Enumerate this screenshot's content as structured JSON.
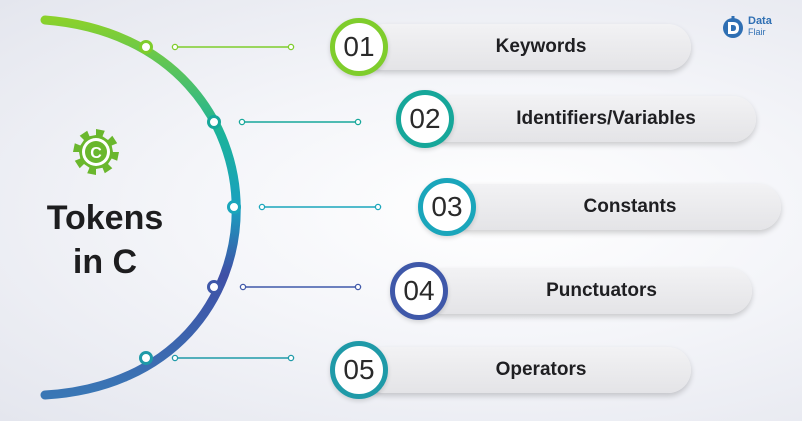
{
  "title": {
    "line1": "Tokens",
    "line2": "in C"
  },
  "gear_icon": {
    "icon": "c-gear-icon",
    "letter": "C",
    "color": "#6ab72d"
  },
  "brand": {
    "line1": "Data",
    "line2": "Flair",
    "color": "#2f6fb3"
  },
  "items": [
    {
      "number": "01",
      "label": "Keywords",
      "color": "#7fcd2c"
    },
    {
      "number": "02",
      "label": "Identifiers/Variables",
      "color": "#16a79a"
    },
    {
      "number": "03",
      "label": "Constants",
      "color": "#1aa6bb"
    },
    {
      "number": "04",
      "label": "Punctuators",
      "color": "#3f58a9"
    },
    {
      "number": "05",
      "label": "Operators",
      "color": "#1f9aa8"
    }
  ]
}
